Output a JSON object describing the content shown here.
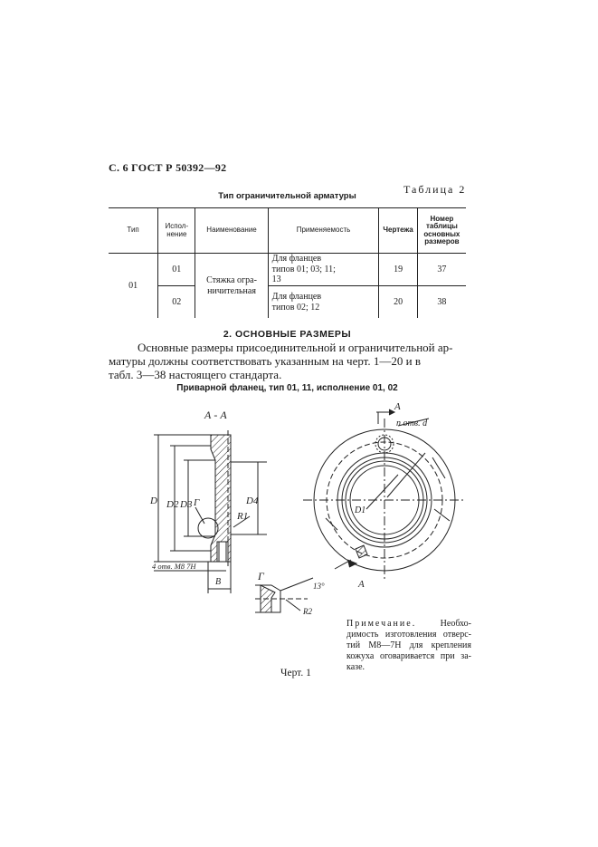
{
  "header": {
    "page_ref": "С. 6 ГОСТ Р 50392—92"
  },
  "table": {
    "number": "Таблица 2",
    "title": "Тип ограничительной арматуры",
    "headers": {
      "type": "Тип",
      "variant": [
        "Испол-",
        "нение"
      ],
      "name": "Наименование",
      "application": "Применяемость",
      "drawing": "Чертежа",
      "table_no": [
        "Номер",
        "таблицы",
        "основных",
        "размеров"
      ]
    },
    "group_type": "01",
    "group_name": [
      "Стяжка огра-",
      "ничительная"
    ],
    "rows": [
      {
        "variant": "01",
        "application": [
          "Для фланцев",
          "типов 01; 03; 11;",
          "13"
        ],
        "drawing": "19",
        "table_no": "37"
      },
      {
        "variant": "02",
        "application": [
          "Для фланцев",
          "типов 02; 12"
        ],
        "drawing": "20",
        "table_no": "38"
      }
    ]
  },
  "section": {
    "title": "2. ОСНОВНЫЕ РАЗМЕРЫ",
    "paragraph_line1": "Основные размеры присоединительной и ограничительной ар-",
    "paragraph_line2": "матуры должны соответствовать указанным на черт. 1—20 и в",
    "paragraph_line3": "табл. 3—38 настоящего стандарта."
  },
  "figure": {
    "caption": "Приварной фланец, тип 01, 11, исполнение 01, 02",
    "labels": {
      "section_aa": "А - А",
      "d_outer": "D",
      "d2": "D2",
      "d3": "D3",
      "d4": "D4",
      "d1": "D1",
      "g": "Г",
      "r1": "R1",
      "r2": "R2",
      "b": "В",
      "holes_m8": "4 отв. М8 7Н",
      "a_mark": "А",
      "n_holes": "n отв. d",
      "angle": "13°"
    },
    "note_lead": "Примечание.",
    "note_rest": " Необхо-димость изготовления отверс-тий М8—7Н для крепления кожуха оговаривается при за-казе.",
    "drawing_ref": "Черт. 1"
  }
}
